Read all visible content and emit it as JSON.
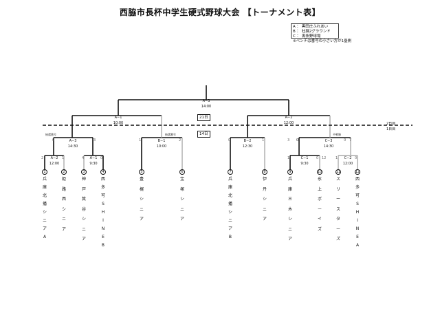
{
  "title": "西脇市長杯中学生硬式野球大会 【トーナメント表】",
  "legend": [
    "A ： 黒田庄ふれあい",
    "B ： 杜撰2グラウンド",
    "C ： 黒条野球場",
    "※ベンチは番号の小さい方が1塁側"
  ],
  "day_labels": {
    "day2": "2日目",
    "day1": "1日目"
  },
  "dates": {
    "upper": "21日",
    "lower": "14日"
  },
  "final": {
    "code": "A−3",
    "time": "14:00"
  },
  "semifinals": [
    {
      "code": "A−1",
      "time": "10:00"
    },
    {
      "code": "A−2",
      "time": "12:00"
    }
  ],
  "quarterfinals": [
    {
      "code": "A−3",
      "time": "14:30"
    },
    {
      "code": "B−1",
      "time": "10:00"
    },
    {
      "code": "B−2",
      "time": "12:30"
    },
    {
      "code": "C−3",
      "time": "14:30"
    }
  ],
  "round1": [
    {
      "code": "A−2",
      "time": "12:00"
    },
    {
      "code": "A−1",
      "time": "9:30"
    },
    {
      "code": "C−1",
      "time": "9:30"
    },
    {
      "code": "C−2",
      "time": "12:00"
    }
  ],
  "annotations": {
    "left": "抽選番号",
    "mid": "抽選番号",
    "right": "不戦勝"
  },
  "scores": [
    "0",
    "3",
    "2",
    "1",
    "4",
    "0",
    "1",
    "2",
    "0",
    "1",
    "3",
    "0",
    "0",
    "12",
    "1",
    "0",
    "1",
    "0",
    "0",
    "7"
  ],
  "teams": [
    {
      "num": "①",
      "name": [
        "兵",
        "庫",
        "北",
        "播",
        "シ",
        "ニ",
        "ア",
        "A"
      ]
    },
    {
      "num": "②",
      "name": [
        "姫",
        "路",
        "西",
        "シ",
        "ニ",
        "ア"
      ]
    },
    {
      "num": "③",
      "name": [
        "神",
        "戸",
        "箕",
        "谷",
        "シ",
        "ニ",
        "ア"
      ]
    },
    {
      "num": "④",
      "name": [
        "西",
        "多",
        "可",
        "S",
        "H",
        "I",
        "N",
        "E",
        "B"
      ]
    },
    {
      "num": "⑤",
      "name": [
        "豊",
        "梶",
        "シ",
        "ニ",
        "ア"
      ]
    },
    {
      "num": "⑥",
      "name": [
        "宝",
        "塚",
        "シ",
        "ニ",
        "ア"
      ]
    },
    {
      "num": "⑦",
      "name": [
        "兵",
        "庫",
        "北",
        "播",
        "シ",
        "ニ",
        "ア",
        "B"
      ]
    },
    {
      "num": "⑧",
      "name": [
        "伊",
        "丹",
        "シ",
        "ニ",
        "ア"
      ]
    },
    {
      "num": "⑨",
      "name": [
        "兵",
        "庫",
        "三",
        "木",
        "シ",
        "ニ",
        "ア"
      ]
    },
    {
      "num": "⑩",
      "name": [
        "氷",
        "上",
        "ボ",
        "ー",
        "イ",
        "ズ"
      ]
    },
    {
      "num": "⑪",
      "name": [
        "ス",
        "リ",
        "ー",
        "ス",
        "タ",
        "ー",
        "ズ"
      ]
    },
    {
      "num": "⑫",
      "name": [
        "西",
        "多",
        "可",
        "S",
        "H",
        "I",
        "N",
        "E",
        "A"
      ]
    }
  ]
}
